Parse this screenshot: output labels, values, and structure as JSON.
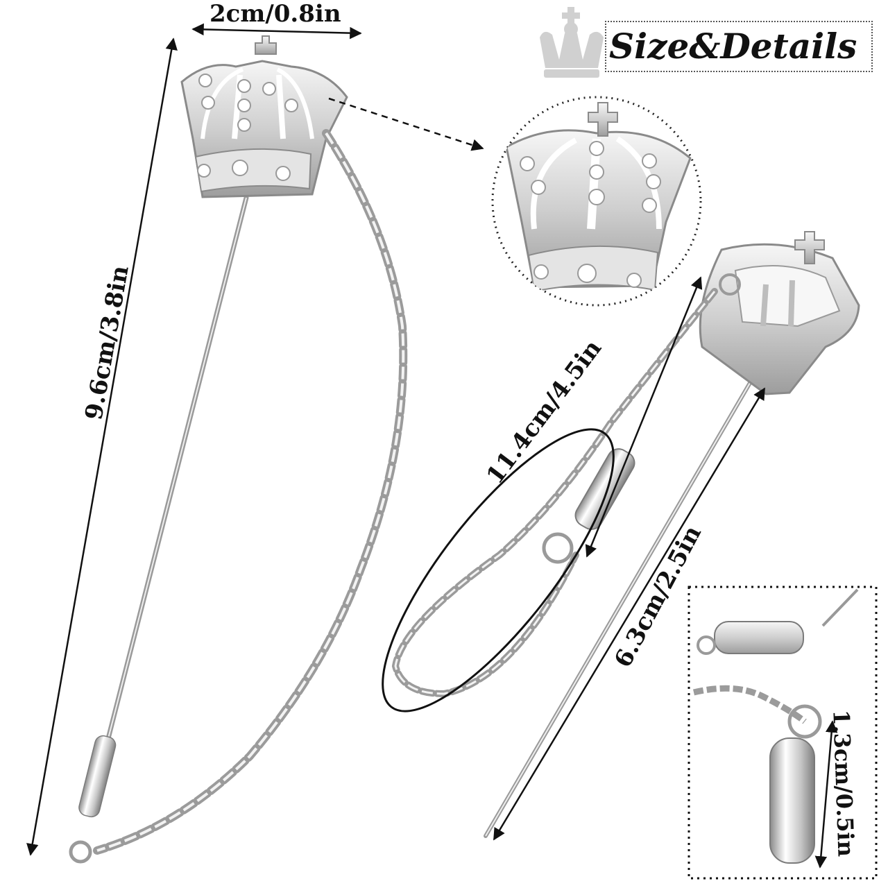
{
  "header": {
    "title": "Size&Details",
    "icon": "crown-icon",
    "icon_color": "#cfcfcf"
  },
  "dimensions": {
    "crown_width": "2cm/0.8in",
    "pin_length": "9.6cm/3.8in",
    "chain_length": "11.4cm/4.5in",
    "needle_length": "6.3cm/2.5in",
    "clutch_length": "1.3cm/0.5in"
  },
  "colors": {
    "metal": "#c9c9c9",
    "metal_dark": "#8f8f8f",
    "text": "#111111"
  }
}
